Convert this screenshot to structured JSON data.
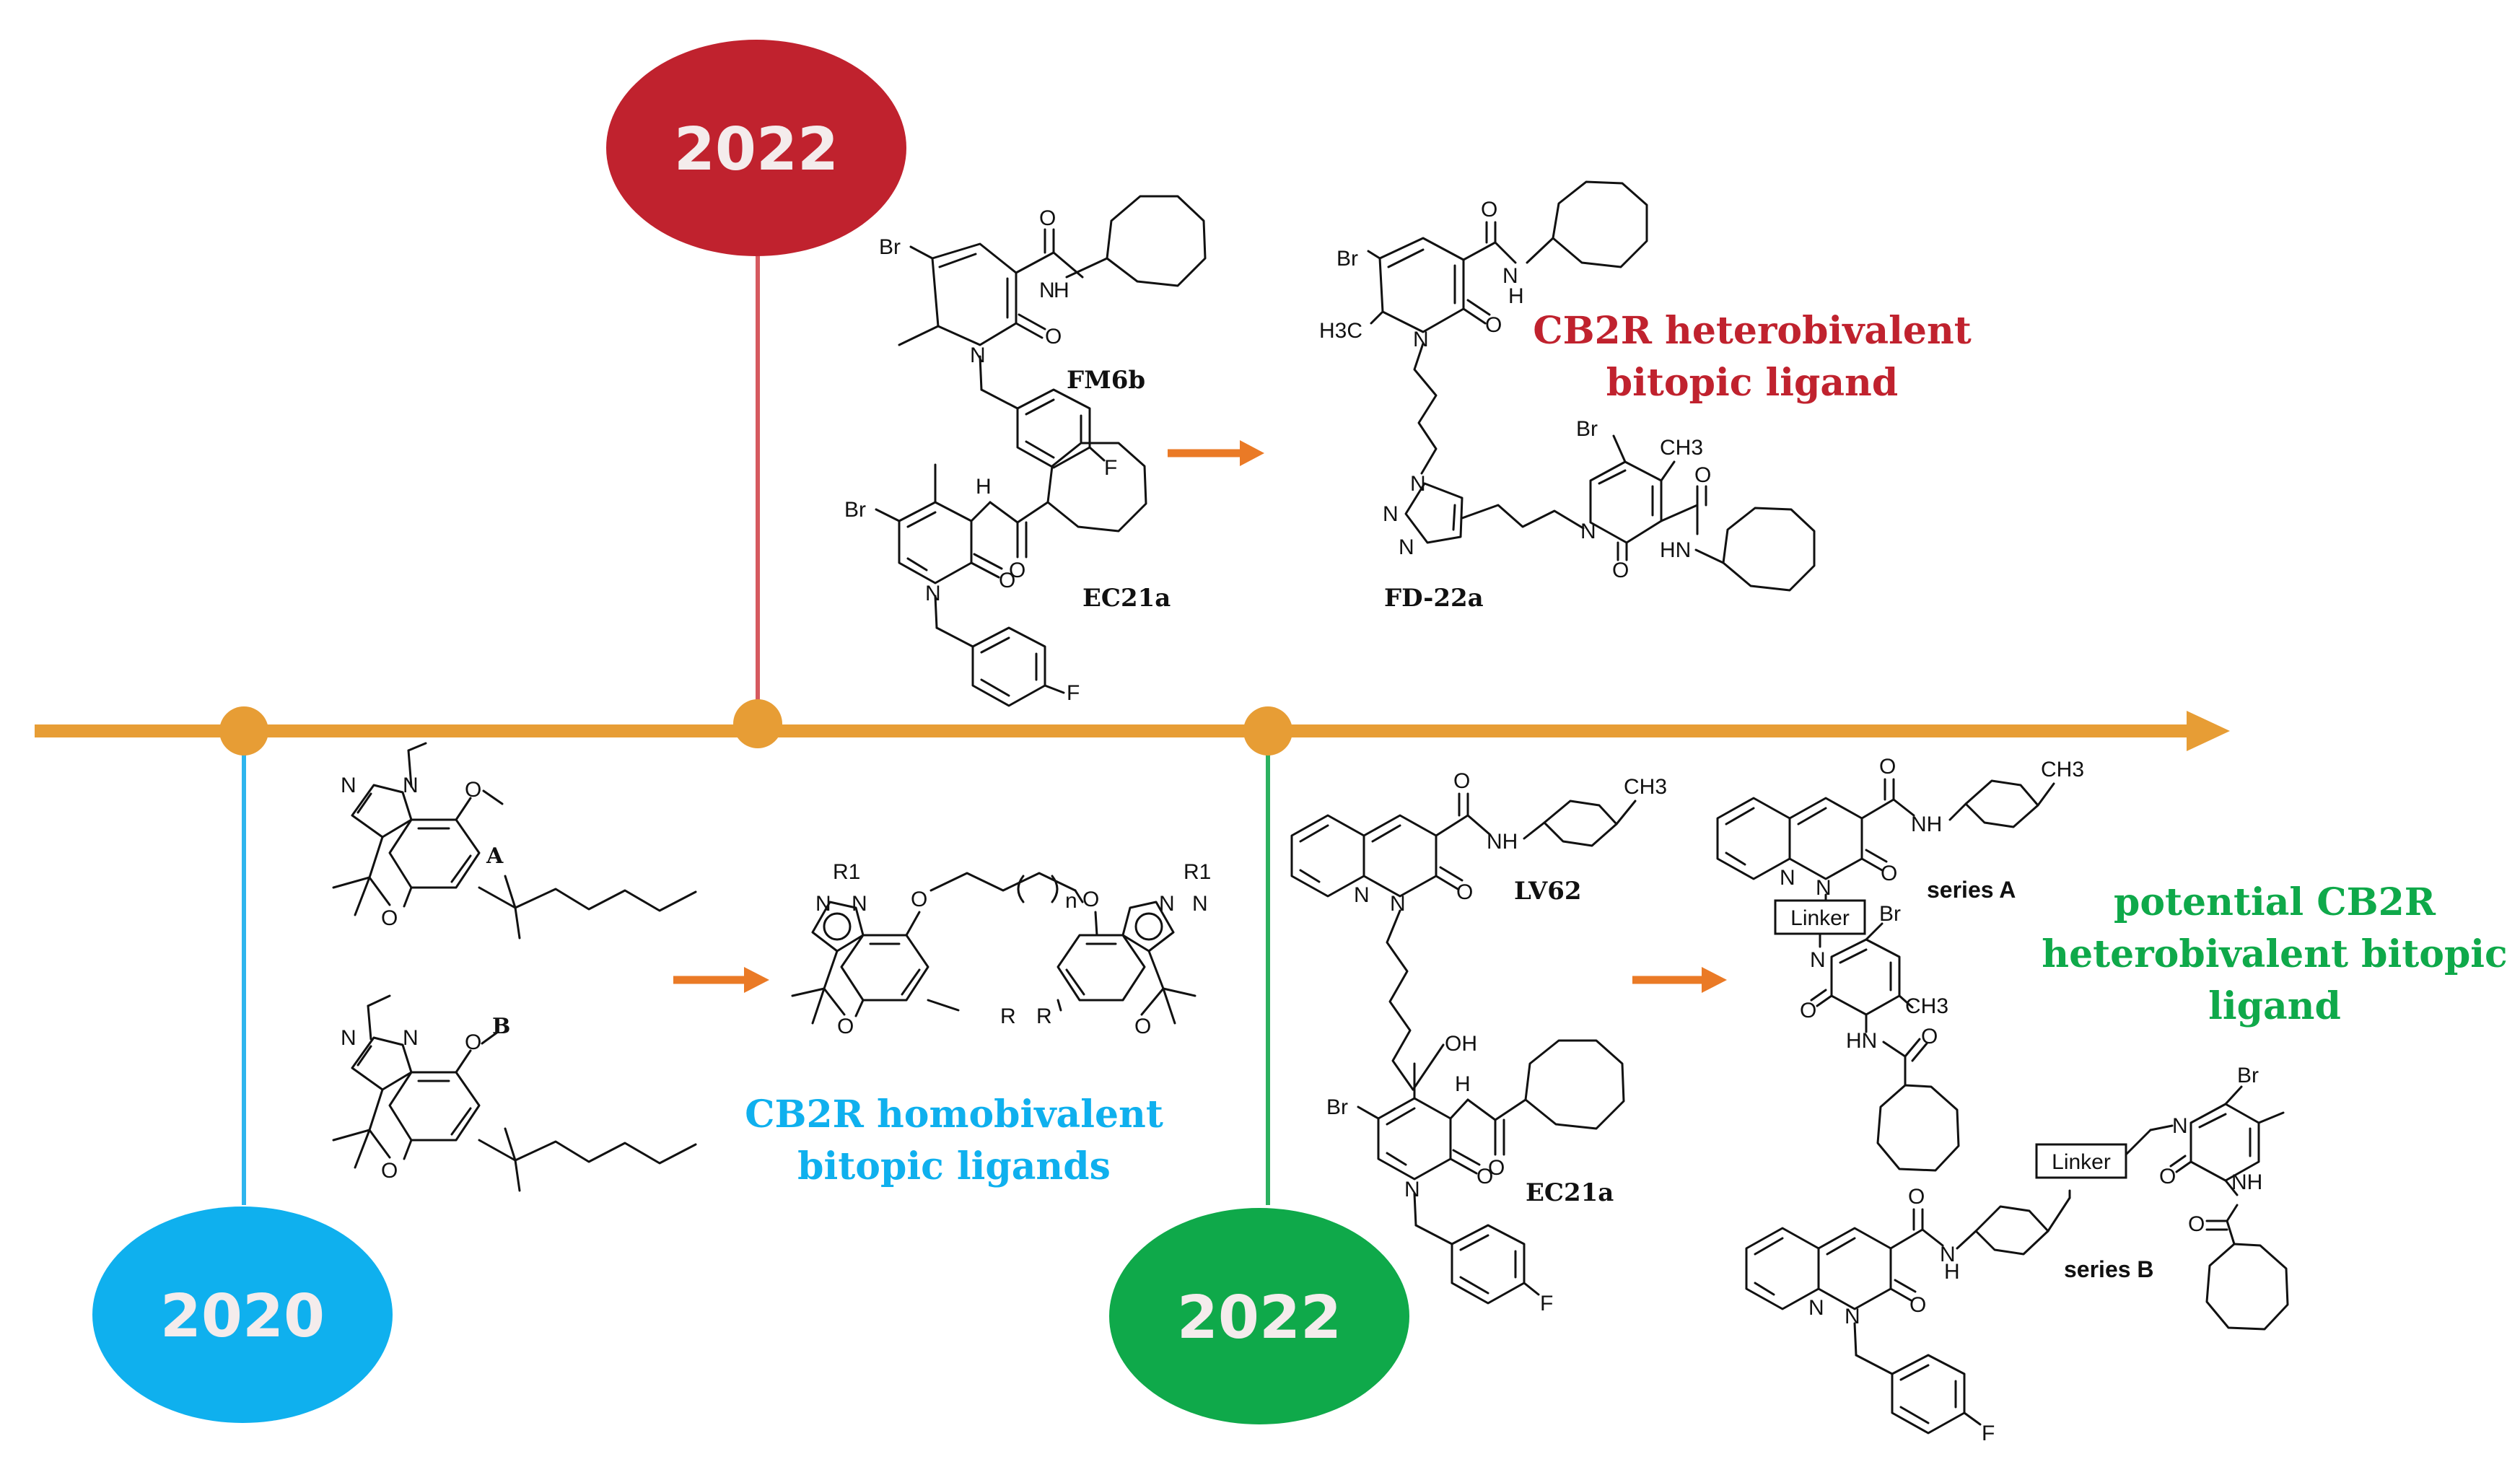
{
  "colors": {
    "timeline": "#e79d35",
    "red": "#c0222e",
    "blue": "#0fb0ee",
    "green": "#0fa94a",
    "arrow": "#ea7a26",
    "bond": "#111111"
  },
  "events": [
    {
      "year": "2022",
      "color": "red"
    },
    {
      "year": "2020",
      "color": "blue"
    },
    {
      "year": "2022",
      "color": "green"
    }
  ],
  "compounds": {
    "fm6b": "FM6b",
    "ec21a_top": "EC21a",
    "fd22a": "FD-22a",
    "lv62": "LV62",
    "ec21a_bottom": "EC21a",
    "series_a": "series A",
    "series_b": "series B",
    "mol_a": "A",
    "mol_b": "B"
  },
  "captions": {
    "hetero_line1": "CB2R heterobivalent",
    "hetero_line2": "bitopic ligand",
    "homo_line1": "CB2R homobivalent",
    "homo_line2": "bitopic ligands",
    "potential_line1": "potential CB2R",
    "potential_line2": "heterobivalent bitopic",
    "potential_line3": "ligand"
  },
  "linker_label": "Linker",
  "atoms": {
    "Br": "Br",
    "O": "O",
    "N": "N",
    "H": "H",
    "F": "F",
    "OH": "OH",
    "H3C": "H3C",
    "CH3": "CH3",
    "R": "R",
    "R1": "R1",
    "n": "n",
    "HN": "HN",
    "NH": "NH"
  }
}
